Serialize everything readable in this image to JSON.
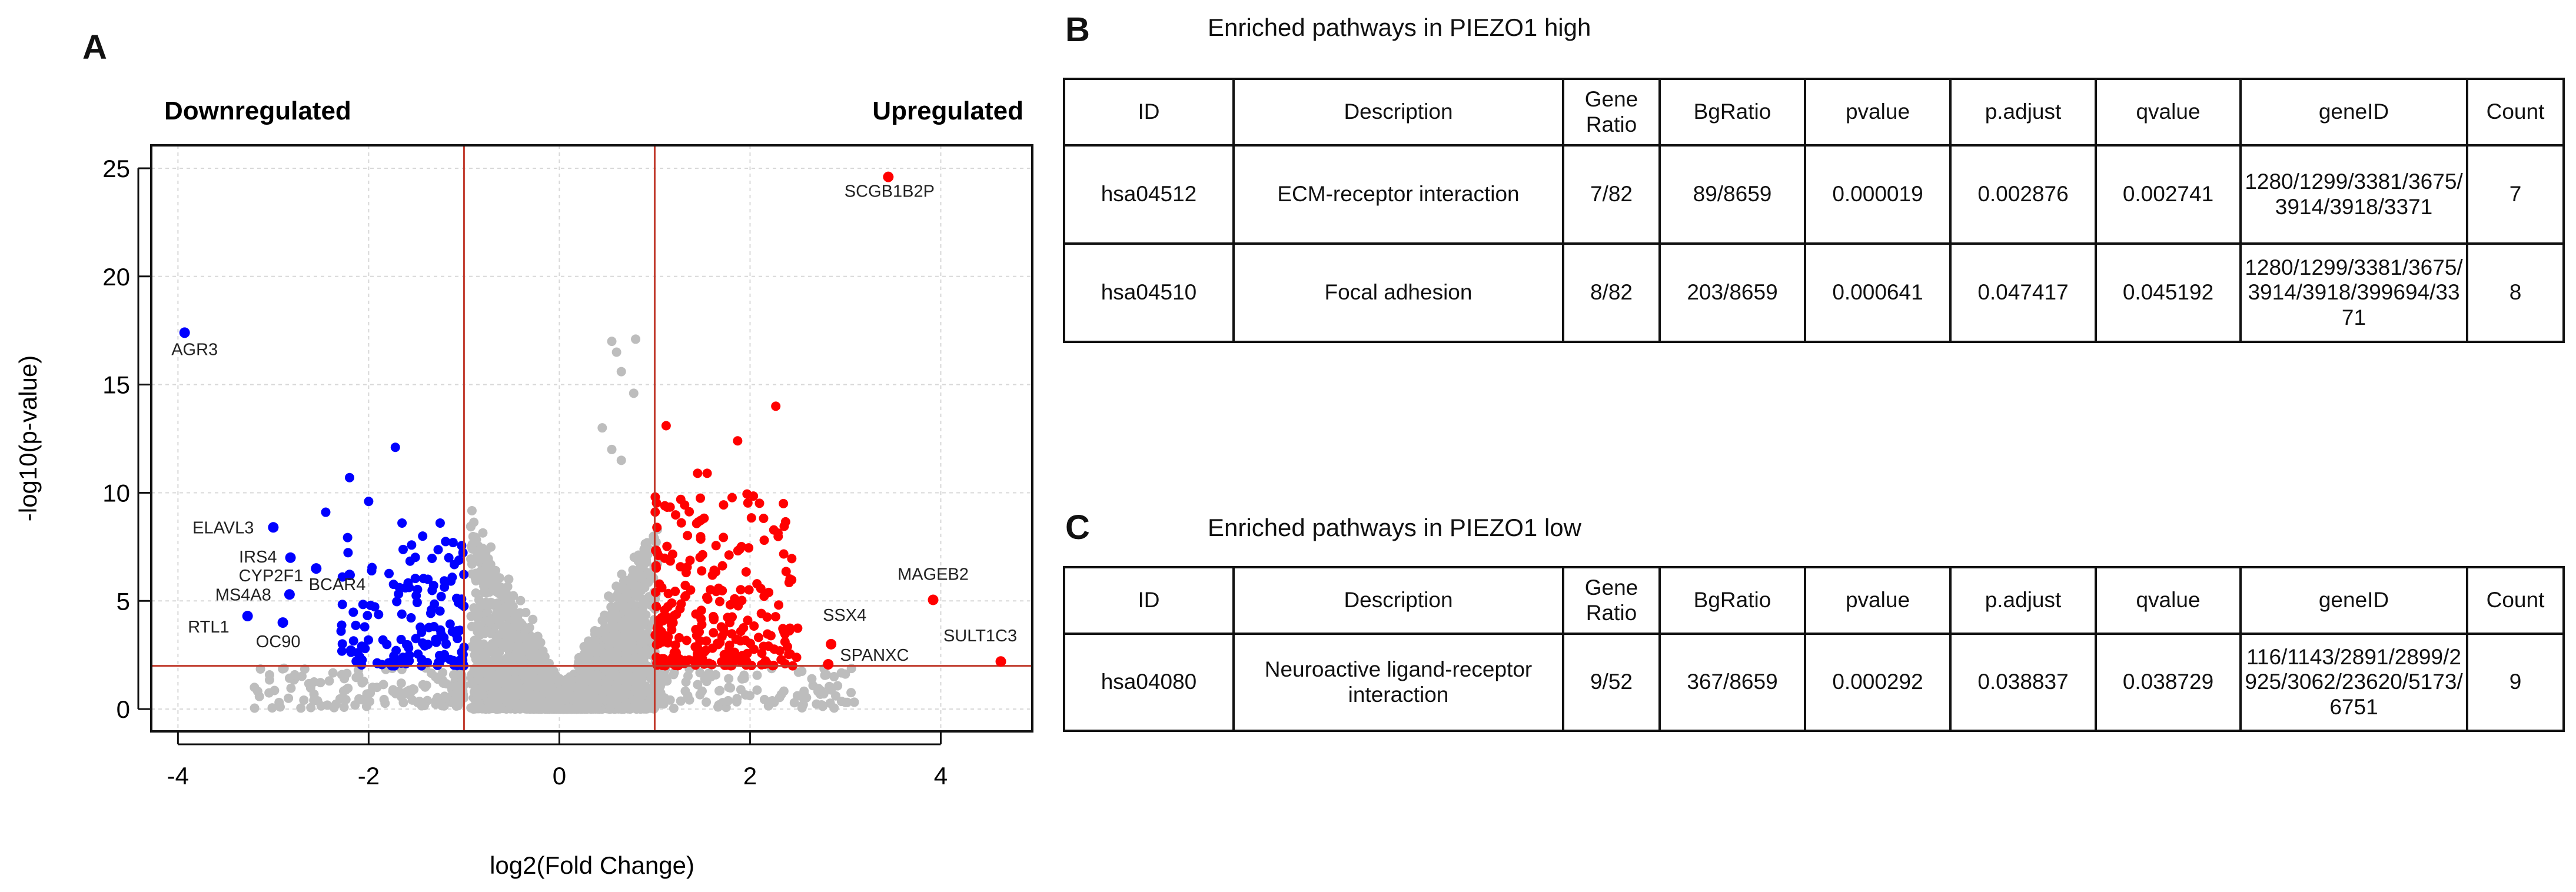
{
  "panel_a": {
    "letter": "A",
    "left_header": "Downregulated",
    "right_header": "Upregulated"
  },
  "chart_data": {
    "type": "scatter",
    "subtype": "volcano",
    "xlabel": "log2(Fold Change)",
    "ylabel": "-log10(p-value)",
    "xlim": [
      -4.28,
      4.96
    ],
    "ylim": [
      -1.03,
      26.06
    ],
    "xticks": [
      -4,
      -2,
      0,
      2,
      4
    ],
    "yticks": [
      0,
      5,
      10,
      15,
      20,
      25
    ],
    "grid": true,
    "thresholds": {
      "log2fc": [
        -1,
        1
      ],
      "neg_log10_p": 2,
      "line_color": "#c0392b"
    },
    "colors": {
      "up": "#ff0000",
      "down": "#0000ff",
      "ns": "#bdbdbd"
    },
    "labeled_points": [
      {
        "gene": "SCGB1B2P",
        "x": 3.45,
        "y": 24.6,
        "group": "up"
      },
      {
        "gene": "AGR3",
        "x": -3.93,
        "y": 17.4,
        "group": "down"
      },
      {
        "gene": "ELAVL3",
        "x": -3.0,
        "y": 8.4,
        "group": "down"
      },
      {
        "gene": "IRS4",
        "x": -2.82,
        "y": 7.0,
        "group": "down"
      },
      {
        "gene": "CYP2F1",
        "x": -2.55,
        "y": 6.5,
        "group": "down"
      },
      {
        "gene": "BCAR4",
        "x": -2.2,
        "y": 6.2,
        "group": "down"
      },
      {
        "gene": "MS4A8",
        "x": -2.83,
        "y": 5.3,
        "group": "down"
      },
      {
        "gene": "RTL1",
        "x": -3.27,
        "y": 4.3,
        "group": "down"
      },
      {
        "gene": "OC90",
        "x": -2.9,
        "y": 4.0,
        "group": "down"
      },
      {
        "gene": "MAGEB2",
        "x": 3.92,
        "y": 5.05,
        "group": "up"
      },
      {
        "gene": "SSX4",
        "x": 2.85,
        "y": 3.0,
        "group": "up"
      },
      {
        "gene": "SPANXC",
        "x": 2.82,
        "y": 2.07,
        "group": "up"
      },
      {
        "gene": "SULT1C3",
        "x": 4.63,
        "y": 2.2,
        "group": "up"
      }
    ]
  },
  "panel_b": {
    "letter": "B",
    "title": "Enriched pathways in PIEZO1 high",
    "headers": [
      "ID",
      "Description",
      "Gene Ratio",
      "BgRatio",
      "pvalue",
      "p.adjust",
      "qvalue",
      "geneID",
      "Count"
    ],
    "rows": [
      [
        "hsa04512",
        "ECM-receptor interaction",
        "7/82",
        "89/8659",
        "0.000019",
        "0.002876",
        "0.002741",
        "1280/1299/3381/3675/3914/3918/3371",
        "7"
      ],
      [
        "hsa04510",
        "Focal adhesion",
        "8/82",
        "203/8659",
        "0.000641",
        "0.047417",
        "0.045192",
        "1280/1299/3381/3675/3914/3918/399694/3371",
        "8"
      ]
    ]
  },
  "panel_c": {
    "letter": "C",
    "title": "Enriched pathways in PIEZO1 low",
    "headers": [
      "ID",
      "Description",
      "Gene Ratio",
      "BgRatio",
      "pvalue",
      "p.adjust",
      "qvalue",
      "geneID",
      "Count"
    ],
    "rows": [
      [
        "hsa04080",
        "Neuroactive ligand-receptor interaction",
        "9/52",
        "367/8659",
        "0.000292",
        "0.038837",
        "0.038729",
        "116/1143/2891/2899/2925/3062/23620/5173/6751",
        "9"
      ]
    ]
  }
}
